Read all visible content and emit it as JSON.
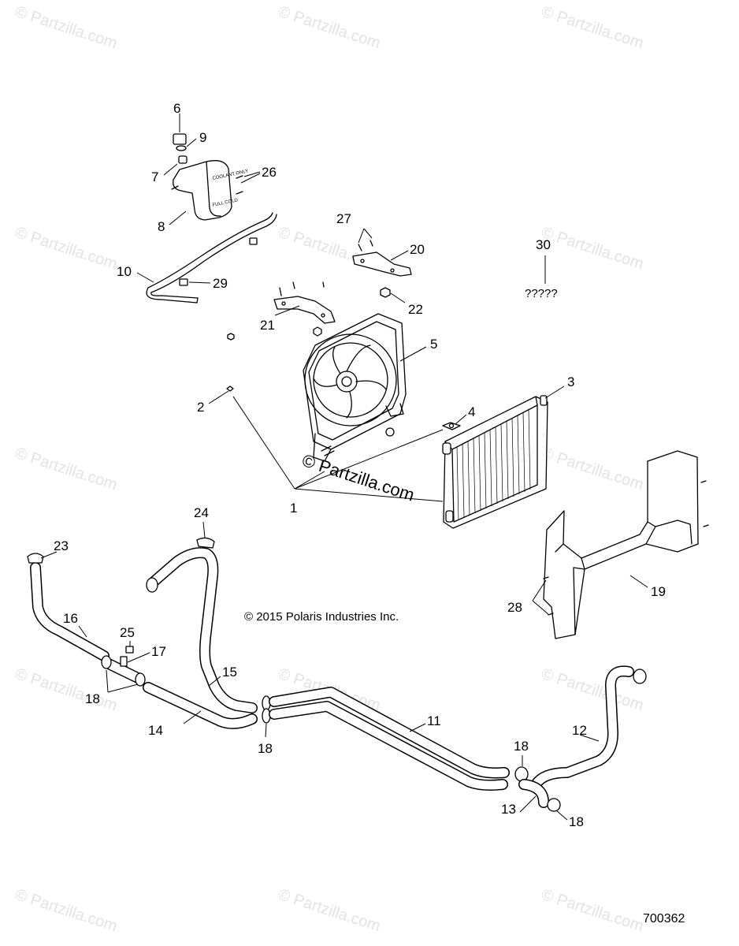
{
  "watermark": "© Partzilla.com",
  "center_stamp": "© Partzilla.com",
  "copyright": "© 2015 Polaris Industries Inc.",
  "unknown_part_label": "?????",
  "doc_number": "700362",
  "bottle_label_1": "COOLANT ONLY",
  "bottle_label_2": "FULL COLD",
  "callouts": {
    "c1": "1",
    "c2": "2",
    "c3": "3",
    "c4": "4",
    "c5": "5",
    "c6": "6",
    "c7": "7",
    "c8": "8",
    "c9": "9",
    "c10": "10",
    "c11": "11",
    "c12": "12",
    "c13": "13",
    "c14": "14",
    "c15": "15",
    "c16": "16",
    "c17": "17",
    "c18a": "18",
    "c18b": "18",
    "c18c": "18",
    "c18d": "18",
    "c19": "19",
    "c20": "20",
    "c21": "21",
    "c22": "22",
    "c23": "23",
    "c24": "24",
    "c25": "25",
    "c26": "26",
    "c27": "27",
    "c28": "28",
    "c29": "29",
    "c30": "30"
  }
}
